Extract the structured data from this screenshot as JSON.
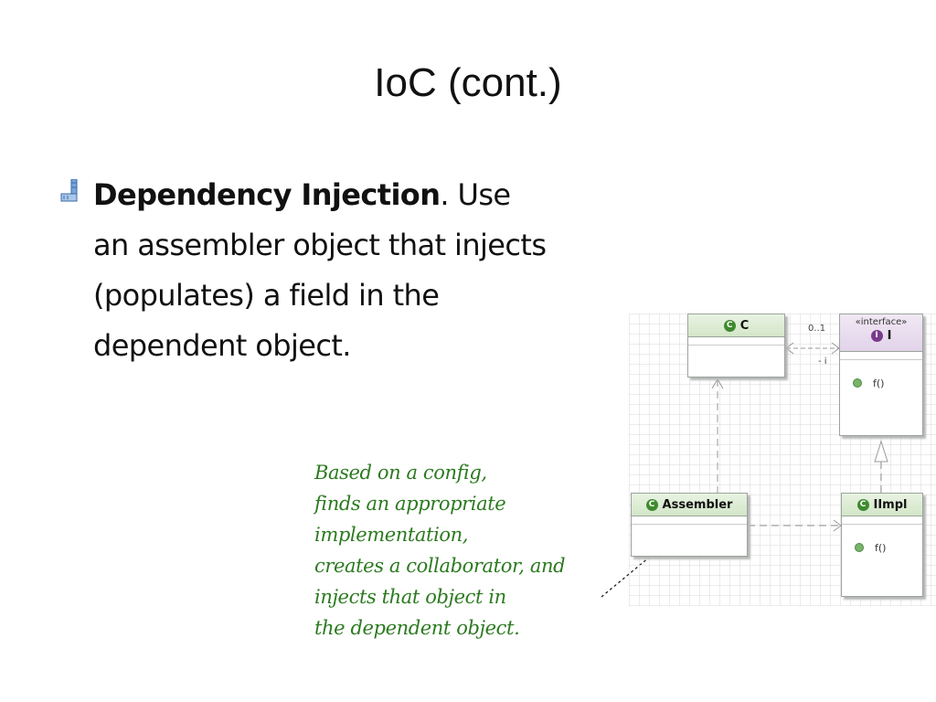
{
  "slide": {
    "title": "IoC (cont.)"
  },
  "bullet": {
    "bold_term": "Dependency Injection",
    "line1_rest": ". Use",
    "line2": "an assembler object that injects",
    "line3": "(populates) a field in the",
    "line4": "dependent object."
  },
  "note": {
    "lines": [
      "Based on a config,",
      "finds an appropriate",
      "implementation,",
      "creates a collaborator, and",
      "injects that object in",
      "the dependent object."
    ]
  },
  "diagram": {
    "class_c": {
      "icon": "C",
      "name": "C"
    },
    "interface_i": {
      "stereotype": "«interface»",
      "icon": "I",
      "name": "I",
      "method": "f()"
    },
    "assembler": {
      "icon": "C",
      "name": "Assembler"
    },
    "iimpl": {
      "icon": "C",
      "name": "IImpl",
      "method": "f()"
    },
    "association": {
      "multiplicity": "0..1",
      "role": "- i"
    }
  },
  "colors": {
    "note_text": "#2b7a1f",
    "class_icon": "#3f8a2f",
    "interface_icon": "#7a3b8c",
    "grid": "#d9d9d9"
  }
}
